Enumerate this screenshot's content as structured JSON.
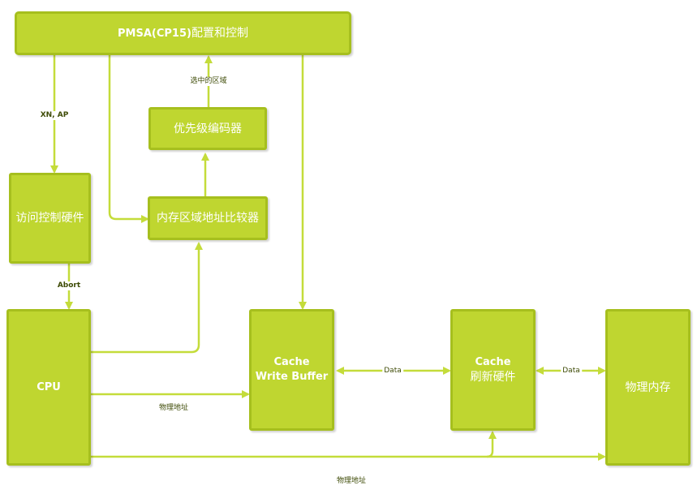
{
  "nodes": {
    "pmsa": {
      "title": "PMSA(CP15)",
      "rest": "配置和控制"
    },
    "encoder": {
      "label": "优先级编码器"
    },
    "comparator": {
      "label": "内存区域地址比较器"
    },
    "access": {
      "label": "访问控制硬件"
    },
    "cpu": {
      "label": "CPU"
    },
    "wb": {
      "line1": "Cache",
      "line2": "Write Buffer"
    },
    "flush": {
      "line1": "Cache",
      "line2": "刷新硬件"
    },
    "mem": {
      "label": "物理内存"
    }
  },
  "edges": {
    "selected_region": "选中的区域",
    "xn_ap": "XN, AP",
    "abort": "Abort",
    "data1": "Data",
    "data2": "Data",
    "phys1": "物理地址",
    "phys2": "物理地址"
  },
  "colors": {
    "fill": "#bfd630",
    "stroke": "#a6bf1e",
    "line": "#c4dc3a",
    "text": "#ffffff"
  }
}
